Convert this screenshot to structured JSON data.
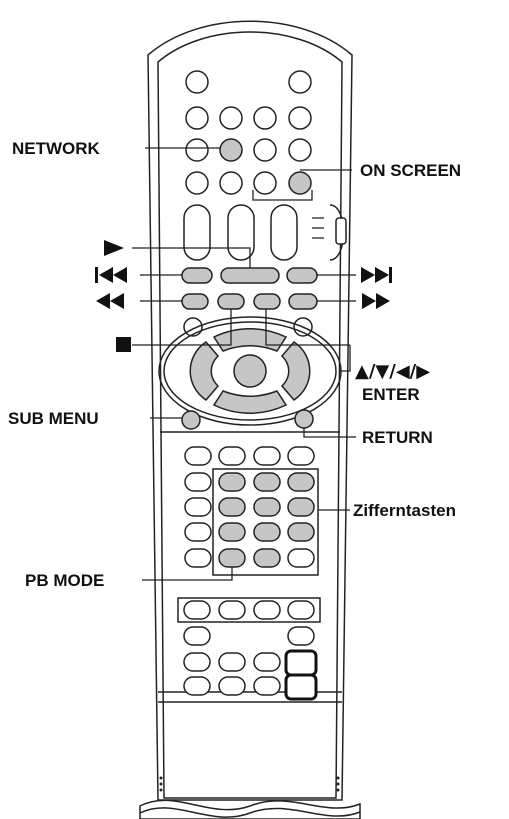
{
  "labels": {
    "network": "NETWORK",
    "on_screen": "ON SCREEN",
    "arrows_line": "▲/▼/◀/▶",
    "enter": "ENTER",
    "sub_menu": "SUB MENU",
    "return": "RETURN",
    "number_keys": "Zifferntasten",
    "pb_mode": "PB MODE"
  },
  "symbols": {
    "play": "play-icon",
    "previous": "skip-previous-icon",
    "next": "skip-next-icon",
    "rewind": "rewind-icon",
    "fast_forward": "fast-forward-icon",
    "stop": "stop-icon"
  },
  "colors": {
    "highlighted_button": "#c6c6c6",
    "outline": "#222222"
  }
}
